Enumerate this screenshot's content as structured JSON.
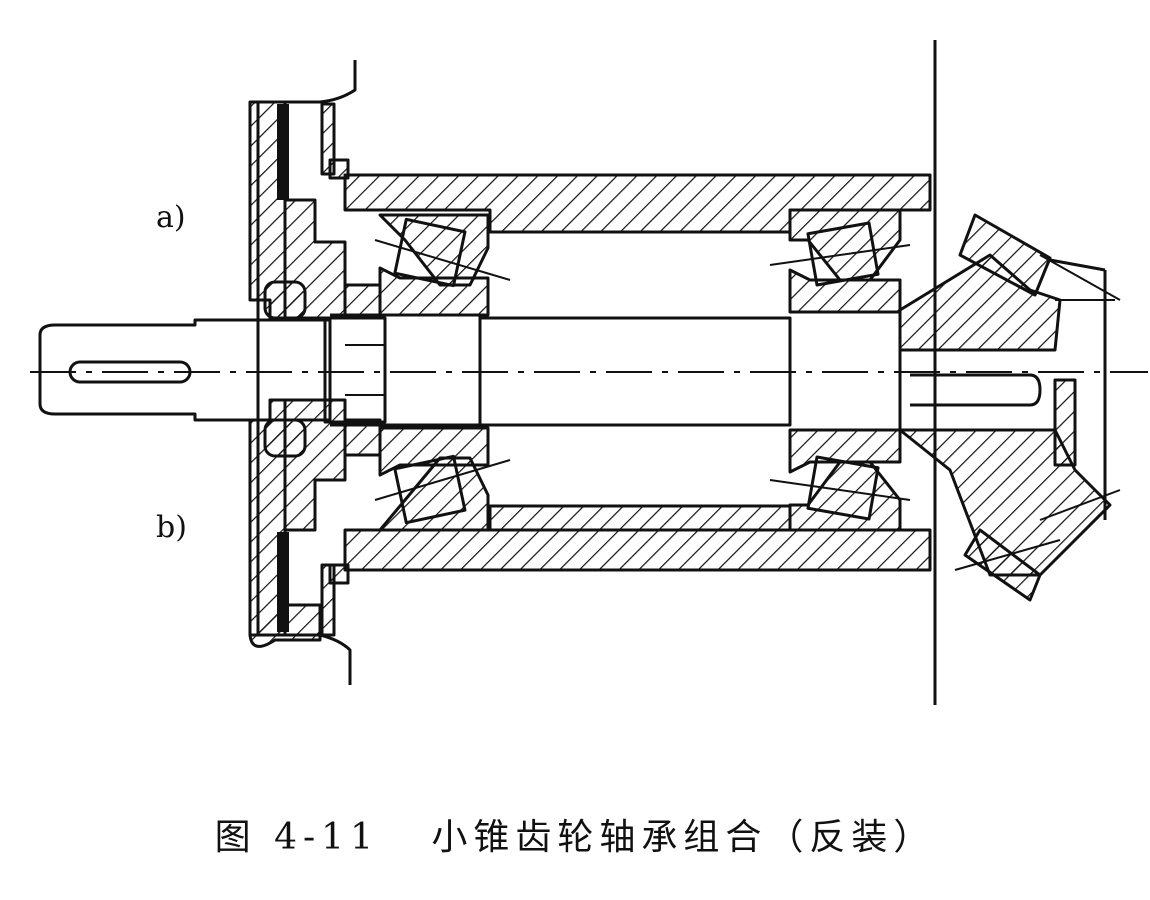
{
  "labels": {
    "a": "a)",
    "b": "b)"
  },
  "caption": {
    "figure_no": "图 4-11",
    "title": "小锥齿轮轴承组合（反装）"
  },
  "colors": {
    "ink": "#111111",
    "paper": "#ffffff"
  }
}
